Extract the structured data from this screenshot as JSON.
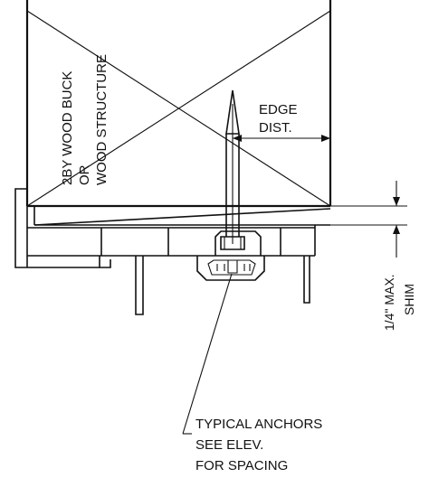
{
  "labels": {
    "edge_dist_line1": "EDGE",
    "edge_dist_line2": "DIST.",
    "wood_line1": "2BY WOOD BUCK",
    "wood_line2": "OR",
    "wood_line3": "WOOD STRUCTURE",
    "max_label": "1/4\" MAX.",
    "shim_label": "SHIM",
    "note_line1": "TYPICAL ANCHORS",
    "note_line2": "SEE ELEV.",
    "note_line3": "FOR SPACING"
  },
  "colors": {
    "ink": "#111111",
    "background": "#ffffff"
  }
}
